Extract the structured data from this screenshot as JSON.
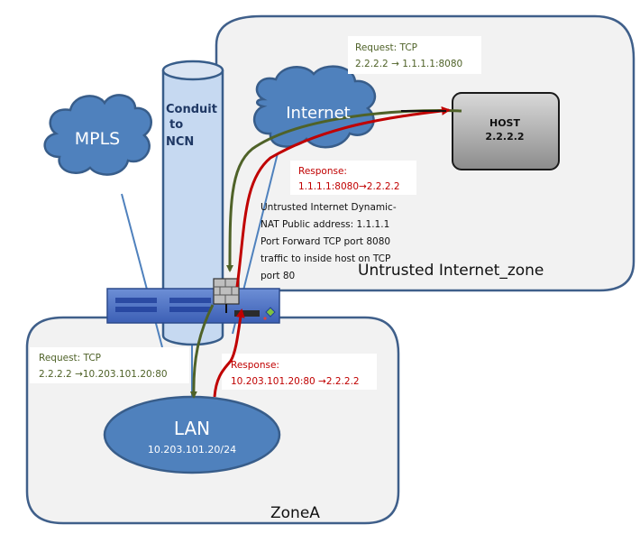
{
  "zones": {
    "untrusted": {
      "label": "Untrusted Internet_zone"
    },
    "zone_a": {
      "label": "ZoneA"
    }
  },
  "nodes": {
    "mpls": {
      "label": "MPLS"
    },
    "internet": {
      "label": "Internet"
    },
    "conduit": {
      "line1": "Conduit",
      "line2": "to",
      "line3": "NCN"
    },
    "host": {
      "line1": "HOST",
      "line2": "2.2.2.2"
    },
    "lan": {
      "line1": "LAN",
      "line2": "10.203.101.20/24"
    }
  },
  "callouts": {
    "request_outside": {
      "line1": "Request:  TCP",
      "line2": "2.2.2.2 → 1.1.1.1:8080"
    },
    "response_outside": {
      "line1": "Response:",
      "line2": "1.1.1.1:8080→2.2.2.2"
    },
    "request_inside": {
      "line1": "Request:  TCP",
      "line2": "2.2.2.2 →10.203.101.20:80"
    },
    "response_inside": {
      "line1": "Response:",
      "line2": "10.203.101.20:80 →2.2.2.2"
    },
    "nat_note": {
      "lines": [
        "Untrusted  Internet  Dynamic-",
        "NAT  Public address: 1.1.1.1",
        "Port Forward TCP  port 8080",
        "traffic to inside host on TCP",
        "port 80"
      ]
    }
  },
  "colors": {
    "request": "#4f6228",
    "response": "#c00000",
    "request_arrow": "#4f6228",
    "response_arrow": "#c00000",
    "node_fill": "#4f81bd",
    "node_stroke": "#385d8a",
    "zone_fill": "#f2f2f2",
    "zone_stroke": "#3f5f8a"
  }
}
